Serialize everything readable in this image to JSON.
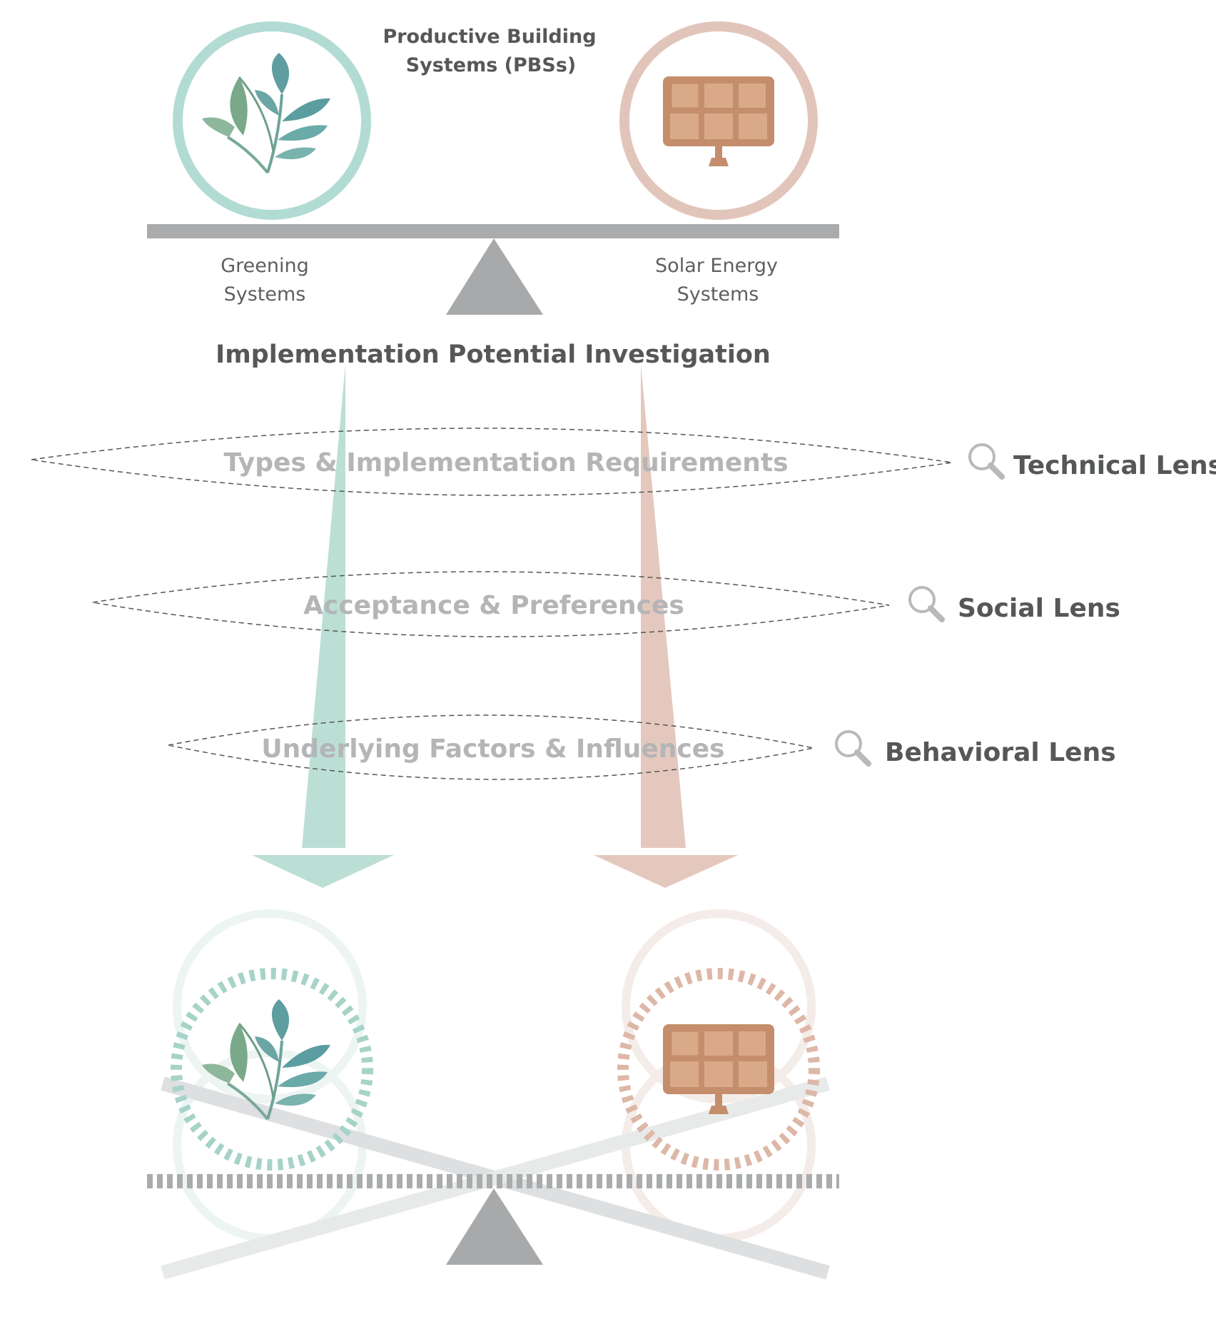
{
  "header": {
    "title_line1": "Productive Building",
    "title_line2": "Systems (PBSs)"
  },
  "systems": {
    "greening": {
      "label_line1": "Greening",
      "label_line2": "Systems",
      "icon": "leaf-icon",
      "color": "#a9d6cc"
    },
    "solar": {
      "label_line1": "Solar Energy",
      "label_line2": "Systems",
      "icon": "solar-panel-icon",
      "color": "#e0c1b5"
    }
  },
  "investigation": {
    "title": "Implementation Potential Investigation"
  },
  "lenses": [
    {
      "description": "Types & Implementation Requirements",
      "name": "Technical Lens",
      "icon": "magnifier-icon"
    },
    {
      "description": "Acceptance & Preferences",
      "name": "Social Lens",
      "icon": "magnifier-icon"
    },
    {
      "description": "Underlying Factors & Influences",
      "name": "Behavioral Lens",
      "icon": "magnifier-icon"
    }
  ],
  "colors": {
    "greening_arrow": "#bcdfd5",
    "solar_arrow": "#e5c8bd",
    "beam": "#a9abad",
    "solar_icon": "#c48e6c"
  }
}
